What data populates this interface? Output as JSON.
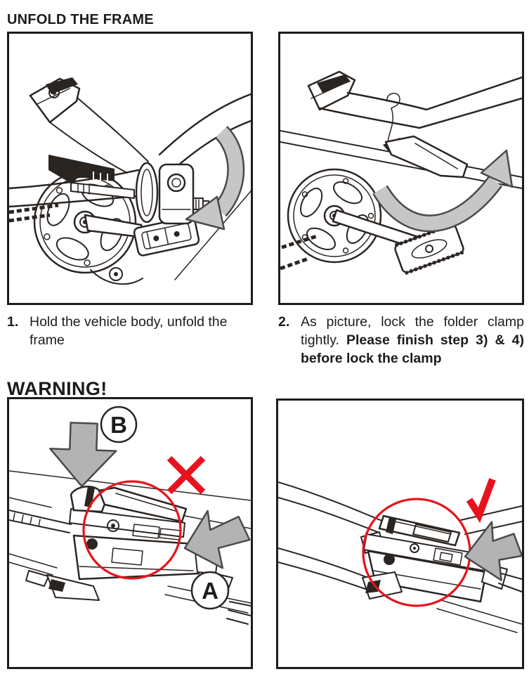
{
  "title": "UNFOLD THE FRAME",
  "warning_heading": "WARNING!",
  "steps": [
    {
      "number": "1.",
      "text": "Hold the vehicle body, unfold the frame",
      "bold_text": ""
    },
    {
      "number": "2.",
      "text": "As picture, lock the folder clamp tightly. ",
      "bold_text": "Please finish step 3) & 4) before lock the clamp"
    }
  ],
  "figures": {
    "step1": {
      "arrow_icon": "curved-rotate-arrow-down-left"
    },
    "step2": {
      "arrow_icon": "curved-rotate-arrow-up-right"
    },
    "warning_wrong": {
      "label_b": "B",
      "label_a": "A",
      "mark": "✕",
      "arrow_icons": [
        "push-down-arrow",
        "push-left-arrow"
      ]
    },
    "warning_correct": {
      "mark": "✓",
      "arrow_icons": [
        "push-left-arrow"
      ]
    }
  },
  "colors": {
    "annotation_red": "#e8121c",
    "arrow_gray": "#b3b3b3",
    "curved_arrow_gray": "#c6c6c6",
    "line_art": "#2b2522",
    "panel_border": "#1c1c1c",
    "text": "#1c1c1c"
  }
}
